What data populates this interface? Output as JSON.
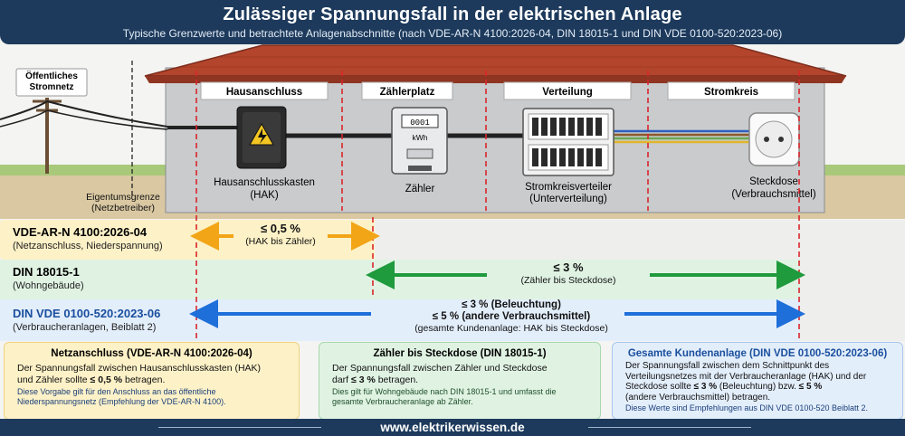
{
  "header": {
    "title": "Zulässiger Spannungsfall in der elektrischen Anlage",
    "subtitle": "Typische Grenzwerte und betrachtete Anlagenabschnitte (nach VDE-AR-N 4100:2026-04, DIN 18015-1 und DIN VDE 0100-520:2023-06)"
  },
  "scene": {
    "grid_label": "Öffentliches Stromnetz",
    "property_boundary_label": "Eigentumsgrenze",
    "property_boundary_sub": "(Netzbetreiber)",
    "sections": [
      "Hausanschluss",
      "Zählerplatz",
      "Verteilung",
      "Stromkreis"
    ],
    "components": [
      {
        "name": "Hausanschlusskasten",
        "sub": "(HAK)"
      },
      {
        "name": "Zähler",
        "sub": ""
      },
      {
        "name": "Stromkreisverteiler",
        "sub": "(Unterverteilung)"
      },
      {
        "name": "Steckdose",
        "sub": "(Verbrauchsmittel)"
      }
    ],
    "meter_unit": "kWh",
    "meter_digits": "0001"
  },
  "bands": [
    {
      "title": "VDE-AR-N 4100:2026-04",
      "sub": "(Netzanschluss, Niederspannung)",
      "value": "≤ 0,5 %",
      "range": "(HAK bis Zähler)",
      "color": "#f2a516",
      "bg": "#fdf1c7"
    },
    {
      "title": "DIN 18015-1",
      "sub": "(Wohngebäude)",
      "value": "≤ 3 %",
      "range": "(Zähler bis Steckdose)",
      "color": "#1f9a3d",
      "bg": "#e0f3e3"
    },
    {
      "title": "DIN VDE 0100-520:2023-06",
      "sub": "(Verbraucheranlagen, Beiblatt 2)",
      "value_line1": "≤ 3 % (Beleuchtung)",
      "value_line2": "≤ 5 % (andere Verbrauchsmittel)",
      "range": "(gesamte Kundenanlage: HAK bis Steckdose)",
      "color": "#1e6fd9",
      "bg": "#e3eefb"
    }
  ],
  "boxes": [
    {
      "heading": "Netzanschluss (VDE-AR-N 4100:2026-04)",
      "text_a": "Der Spannungsfall zwischen Hausanschlusskasten (HAK)",
      "text_b1": "und Zähler sollte ",
      "text_b_strong": "≤ 0,5 %",
      "text_b2": " betragen.",
      "note": "Diese Vorgabe gilt für den Anschluss an das öffentliche Niederspannungsnetz (Empfehlung der VDE-AR-N 4100).",
      "color": "#fdf1c7",
      "border": "#efd27f"
    },
    {
      "heading": "Zähler bis Steckdose (DIN 18015-1)",
      "text_a": "Der Spannungsfall zwischen Zähler und Steckdose",
      "text_b1": "darf ",
      "text_b_strong": "≤ 3 %",
      "text_b2": " betragen.",
      "note": "Dies gilt für Wohngebäude nach DIN 18015-1 und umfasst die gesamte Verbraucheranlage ab Zähler.",
      "color": "#e0f3e3",
      "border": "#a8d8b0"
    },
    {
      "heading": "Gesamte Kundenanlage (DIN VDE 0100-520:2023-06)",
      "text_a": "Der Spannungsfall zwischen dem Schnittpunkt des Verteilungsnetzes mit der Verbraucheranlage (HAK) und der",
      "text_b1": "Steckdose sollte ",
      "text_b_strong": "≤ 3 %",
      "text_b2": " (Beleuchtung) bzw. ",
      "text_b_strong2": "≤ 5 %",
      "text_c": "(andere Verbrauchsmittel) betragen.",
      "note": "Diese Werte sind Empfehlungen aus DIN VDE 0100-520 Beiblatt 2.",
      "color": "#e3eefb",
      "border": "#a9c6ec"
    }
  ],
  "footer": {
    "url": "www.elektrikerwissen.de"
  }
}
